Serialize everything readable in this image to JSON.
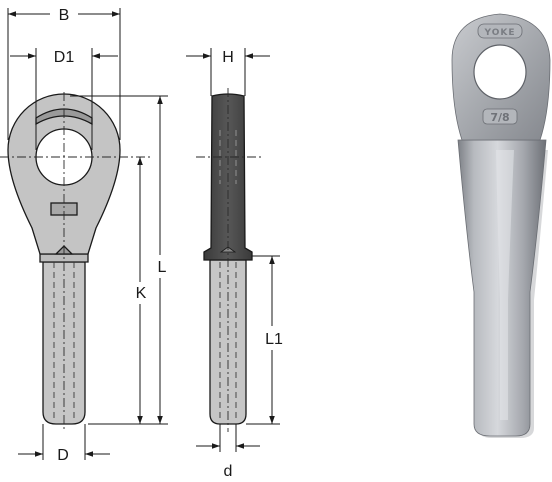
{
  "dimensions": {
    "B": "B",
    "D1": "D1",
    "H": "H",
    "L": "L",
    "K": "K",
    "L1": "L1",
    "D": "D",
    "d": "d"
  },
  "photo": {
    "eye_stamp": "YOKE",
    "size_stamp": "7/8"
  },
  "colors": {
    "body_front": "#c4c4c4",
    "body_side": "#4a4a4a",
    "shank": "#c6c6c6",
    "photo_metal": "#a9acb2",
    "line": "#1a1a1a"
  }
}
